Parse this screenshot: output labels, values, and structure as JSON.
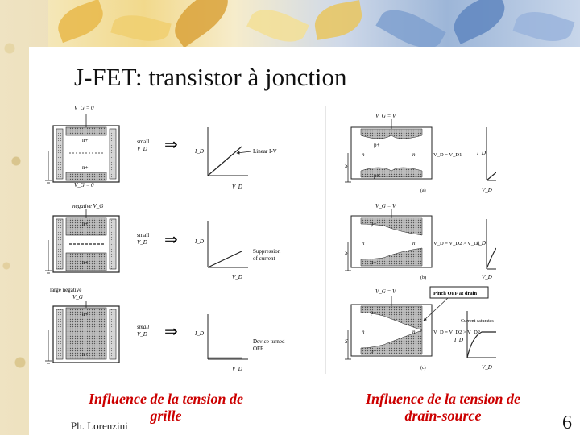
{
  "slide": {
    "title": "J-FET: transistor à jonction",
    "caption_left": "Influence de la tension de grille",
    "caption_right": "Influence de la tension de drain-source",
    "author": "Ph. Lorenzini",
    "page_number": "6"
  },
  "figure_left": {
    "rows": [
      {
        "gate_label": "V_G = 0",
        "drain_label_1": "small",
        "drain_label_2": "V_D",
        "graph_label": "Linear I-V",
        "axis_y": "I_D",
        "axis_x": "V_D",
        "bottom_gate": "V_G = 0"
      },
      {
        "gate_label": "negative V_G",
        "drain_label_1": "small",
        "drain_label_2": "V_D",
        "graph_label_1": "Suppression",
        "graph_label_2": "of current",
        "axis_y": "I_D",
        "axis_x": "V_D"
      },
      {
        "gate_label_1": "large negative",
        "gate_label_2": "V_G",
        "drain_label_1": "small",
        "drain_label_2": "V_D",
        "graph_label_1": "Device turned",
        "graph_label_2": "OFF",
        "axis_y": "I_D",
        "axis_x": "V_D"
      }
    ],
    "n_plus": "n+"
  },
  "figure_right": {
    "rows": [
      {
        "gate_label": "V_G = V",
        "source": "S",
        "region": "n",
        "drain_eq": "V_D = V_D1",
        "axis_y": "I_D",
        "axis_x": "V_D",
        "panel": "(a)"
      },
      {
        "gate_label": "V_G = V",
        "source": "S",
        "region": "n",
        "drain_eq": "V_D = V_D2 > V_D1",
        "axis_y": "I_D",
        "axis_x": "V_D",
        "panel": "(b)"
      },
      {
        "gate_label": "V_G = V",
        "source": "S",
        "region": "n",
        "drain_eq": "V_D = V_D2 > V_D2",
        "axis_y": "I_D",
        "axis_x": "V_D",
        "panel": "(c)",
        "pinch_box": "Pinch OFF at drain",
        "saturation": "Current saturates"
      }
    ],
    "p_plus": "p+"
  }
}
